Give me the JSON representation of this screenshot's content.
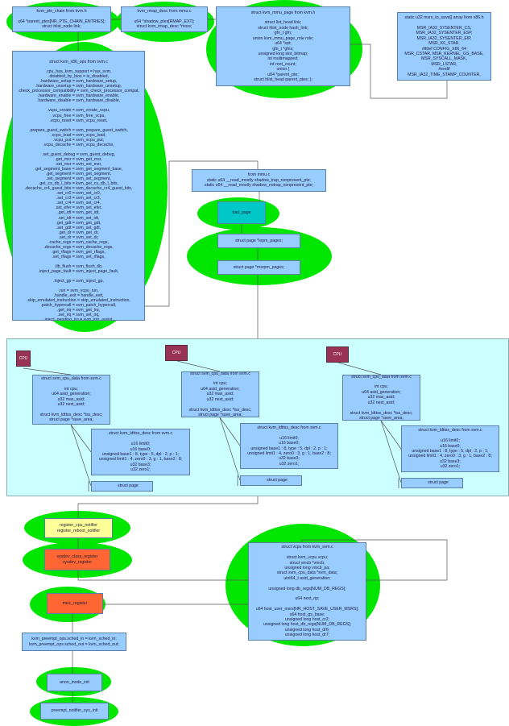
{
  "pte_chain": "kvm_pte_chain from kvm.h\n\nu64 *parent_ptes[NR_PTE_CHAIN_ENTRIES];\nstruct hlist_node link;",
  "rmap_desc": "kvm_rmap_desc from mmu.c\n\nu64 *shadow_ptes[RMAP_EXT];\nstruct kvm_rmap_desc *more;",
  "mmu_page": "struct kvm_mmu_page from kvm.h\n\nstruct list_head link;\nstruct hlist_node hash_link;\ngfn_t gfn;\nunion kvm_mmu_page_role role;\nu64 *spt;\ngfn_t *gfns;\nunsigned long slot_bitmap;\nint multimapped;\nint root_count;\nunion {\nu64 *parent_pte;\nstruct hlist_head parent_ptes; };",
  "msrs": "static u32 msrs_to_save[] array from x86.h\n\nMSR_IA32_SYSENTER_CS,\nMSR_IA32_SYSENTER_ESP,\nMSR_IA32_SYSENTER_EIP,\nMSR_K6_STAR,\n#ifdef CONFIG_X86_64\nMSR_CSTAR, MSR_KERNEL_GS_BASE,\nMSR_SYSCALL_MASK,\nMSR_LSTAR,\n#endif\nMSR_IA32_TIME_STAMP_COUNTER,",
  "x86_ops": "struct kvm_x86_ops from svm.c\n\n.cpu_has_kvm_support = has_svm,\n.disabled_by_bios = is_disabled,\n.hardware_setup = svm_hardware_setup,\n.hardware_unsetup = svm_hardware_unsetup,\n.check_processor_compatibility = svm_check_processor_compat,\n.hardware_enable = svm_hardware_enable,\n.hardware_disable = svm_hardware_disable,\n\n.vcpu_create = svm_create_vcpu,\n.vcpu_free = svm_free_vcpu,\n.vcpu_reset = svm_vcpu_reset,\n\n.prepare_guest_switch = svm_prepare_guest_switch,\n.vcpu_load = svm_vcpu_load,\n.vcpu_put = svm_vcpu_put,\n.vcpu_decache = svm_vcpu_decache,\n\n.set_guest_debug = svm_guest_debug,\n.get_msr = svm_get_msr,\n.set_msr = svm_set_msr,\n.get_segment_base = svm_get_segment_base,\n.get_segment = svm_get_segment,\n.set_segment = svm_set_segment,\n.get_cs_db_l_bits = kvm_get_cs_db_l_bits,\n.decache_cr4_guest_bits = svm_decache_cr4_guest_bits,\n.set_cr0 = svm_set_cr0,\n.set_cr3 = svm_set_cr3,\n.set_cr4 = svm_set_cr4,\n.set_efer = svm_set_efer,\n.get_idt = svm_get_idt,\n.set_idt = svm_set_idt,\n.get_gdt = svm_get_gdt,\n.set_gdt = svm_set_gdt,\n.get_dr = svm_get_dr,\n.set_dr = svm_set_dr,\n.cache_regs = svm_cache_regs,\n.decache_regs = svm_decache_regs,\n.get_rflags = svm_get_rflags,\n.set_rflags = svm_set_rflags,\n\n.tlb_flush = svm_flush_tlb,\n.inject_page_fault = svm_inject_page_fault,\n\n.inject_gp = svm_inject_gp,\n\n.run = svm_vcpu_run,\n.handle_exit = handle_exit,\n.skip_emulated_instruction = skip_emulated_instruction,\n.patch_hypercall = svm_patch_hypercall,\n.get_irq = svm_get_irq,\n.set_irq = svm_set_irq,\n.inject_pending_irq = svm_intr_assist,\n.inject_pending_vectors = do_interrupt_requests,\n\n.set_tss_addr = svm_set_tss_addr",
  "mmu_c": "from mmu.c\nstatic u64 __read_mostly shadow_trap_nonpresent_pte;\nstatic u64 __read_mostly shadow_notrap_nonpresent_pte;",
  "bad_page": "bad_page",
  "iopm": "struct page *iopm_pages;",
  "msrpm": "struct page *msrpm_pages;",
  "cpu_label": "CPU",
  "cpu_data": "struct svm_cpu_data from svm.c\n\nint cpu;\nu64 asid_generation;\nu32 max_asid;\nu32 next_asid;\n\nstruct kvm_ldttss_desc *tss_desc;\nstruct page *save_area;",
  "ldttss": "struct kvm_ldttss_desc from svm.c\n\nu16 limit0;\nu16 base0;\nunsigned base1 : 8, type : 5, dpl : 2, p : 1;\nunsigned limit1 : 4, zero0 : 3, g : 1, base2 : 8;\nu32 base3;\nu32 zero1;",
  "struct_page": "struct page",
  "notifier": "register_cpu_notifier\nregister_reboot_notifier",
  "sysdev": "sysdev_class_register\nsysdev_register",
  "misc": "misc_register",
  "preempt_ops": "kvm_preempt_ops.sched_in = kvm_sched_in;\nkvm_preempt_ops.sched_out = kvm_sched_out;",
  "anon": "anon_inode_init",
  "preempt_init": "preempt_notifier_sys_init",
  "vcpu": "struct vcpu from kvm_svm.c\n\nstruct kvm_vcpu vcpu;\nstruct vmcb *vmcb;\nunsigned long vmcb_pa;\nstruct svm_cpu_data *svm_data;\nuint64_t asid_generation;\n\nunsigned long db_regs[NUM_DB_REGS];\n\nu64 next_rip;\n\nu64 host_user_msrs[NR_HOST_SAVE_USER_MSRS];\nu64 host_gs_base;\nunsigned long host_cr2;\nunsigned long host_db_regs[NUM_DB_REGS];\nunsigned long host_dr6;\nunsigned long host_dr7;",
  "colors": {
    "ellipse": "#00e600",
    "box": "#99ccff",
    "cpu": "#993355",
    "region": "#ccffff",
    "teal": "#00c8c8",
    "yellow": "#ffff99",
    "orange": "#ff6633"
  }
}
